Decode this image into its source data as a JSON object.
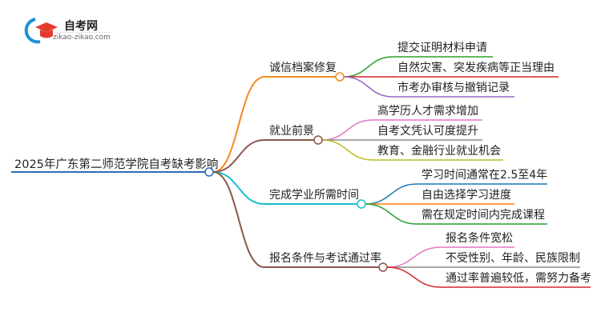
{
  "logo": {
    "title": "自考网",
    "subtitle": "zikao-zikao.com"
  },
  "root": {
    "label": "2025年广东第二师范学院自考缺考影响",
    "color": "#2f6db5"
  },
  "branches": [
    {
      "label": "诚信档案修复",
      "color": "#f58a1f",
      "children": [
        {
          "label": "提交证明材料申请",
          "color": "#2ca02c"
        },
        {
          "label": "自然灾害、突发疾病等正当理由",
          "color": "#d62728"
        },
        {
          "label": "市考办审核与撤销记录",
          "color": "#9467bd"
        }
      ]
    },
    {
      "label": "就业前景",
      "color": "#8c564b",
      "children": [
        {
          "label": "高学历人才需求增加",
          "color": "#e377c2"
        },
        {
          "label": "自考文凭认可度提升",
          "color": "#8c8c8c"
        },
        {
          "label": "教育、金融行业就业机会",
          "color": "#bcbd22"
        }
      ]
    },
    {
      "label": "完成学业所需时间",
      "color": "#17becf",
      "children": [
        {
          "label": "学习时间通常在2.5至4年",
          "color": "#1f77b4"
        },
        {
          "label": "自由选择学习进度",
          "color": "#ff7f0e"
        },
        {
          "label": "需在规定时间内完成课程",
          "color": "#2ca02c"
        }
      ]
    },
    {
      "label": "报名条件与考试通过率",
      "color": "#8c564b",
      "children": [
        {
          "label": "报名条件宽松",
          "color": "#e377c2"
        },
        {
          "label": "不受性别、年龄、民族限制",
          "color": "#8c8c8c"
        },
        {
          "label": "通过率普遍较低，需努力备考",
          "color": "#d62728"
        }
      ]
    }
  ]
}
